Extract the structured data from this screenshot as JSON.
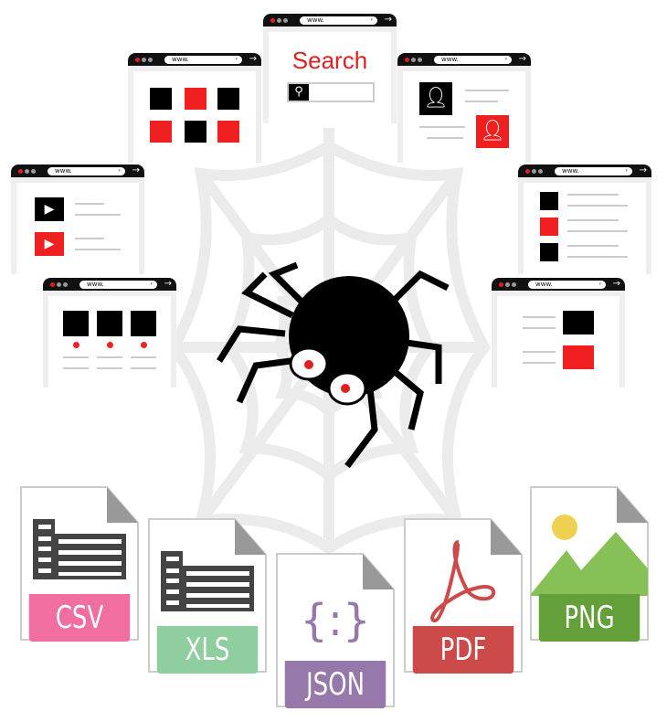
{
  "url_text": "www.",
  "search_window": {
    "title": "Search"
  },
  "files": [
    {
      "label": "CSV",
      "color": "#f06fa0"
    },
    {
      "label": "XLS",
      "color": "#8fcf9f"
    },
    {
      "label": "JSON",
      "color": "#9778aa"
    },
    {
      "label": "PDF",
      "color": "#cc4a4a"
    },
    {
      "label": "PNG",
      "color": "#64a03a"
    }
  ],
  "colors": {
    "accent": "#f02020",
    "web": "#ebebeb"
  }
}
